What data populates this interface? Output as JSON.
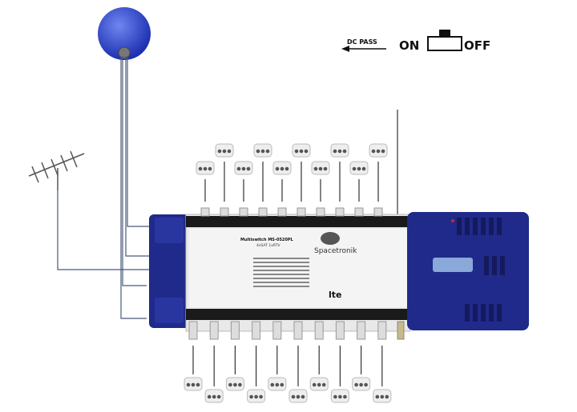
{
  "legend": {
    "dc_pass": "DC PASS",
    "on": "ON",
    "off": "OFF"
  },
  "device": {
    "brand": "Spacetronik",
    "model": "Multiswitch MS-0520PL",
    "subtitle": "4xSAT 1xRTV",
    "lte_badge": "lte",
    "color": "#1f2a8a"
  },
  "icons": {
    "dish": "satellite-dish-icon",
    "antenna": "terrestrial-antenna-icon",
    "outlet": "tv-sat-wall-socket-icon"
  },
  "outputs": {
    "top_count": 10,
    "bottom_count": 10
  }
}
